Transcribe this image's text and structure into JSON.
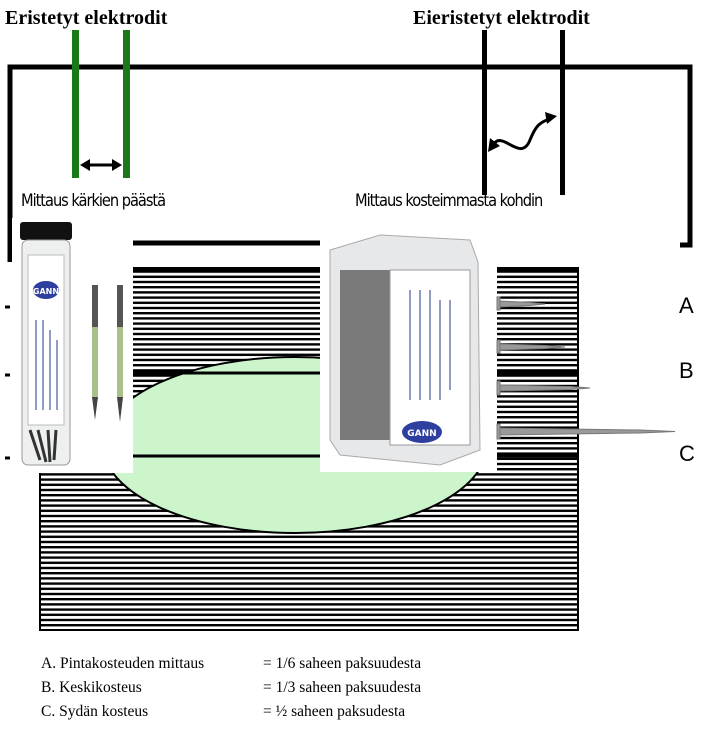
{
  "labels": {
    "insulated": "Eristetyt elektrodit",
    "uninsulated": "Eieristetyt elektrodit",
    "tip_measure": "Mittaus kärkien päästä",
    "wettest_measure": "Mittaus kosteimmasta kohdin"
  },
  "depth_marks": [
    "A",
    "B",
    "C"
  ],
  "legend": [
    {
      "name": "A. Pintakosteuden mittaus",
      "value": "= 1/6 saheen paksuudesta"
    },
    {
      "name": "B. Keskikosteus",
      "value": "= 1/3 saheen paksuudesta"
    },
    {
      "name": "C. Sydän kosteus",
      "value": "= ½ saheen paksudesta"
    }
  ],
  "product_logo": "GANN",
  "colors": {
    "insulated_electrode": "#1a7a1a",
    "core": "#ccf5cc",
    "line": "#000000"
  }
}
